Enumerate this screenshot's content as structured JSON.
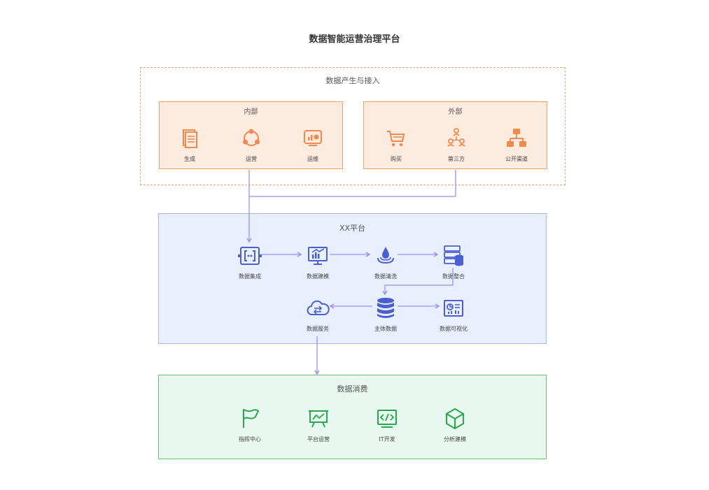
{
  "title": "数据智能运营治理平台",
  "ingest": {
    "title": "数据产生与接入",
    "internal": {
      "title": "内部",
      "items": [
        "生成",
        "运营",
        "运维"
      ]
    },
    "external": {
      "title": "外部",
      "items": [
        "购买",
        "第三方",
        "公开渠道"
      ]
    }
  },
  "platform": {
    "title": "XX平台",
    "nodes": {
      "integration": "数据集成",
      "modeling": "数据建模",
      "cleaning": "数据清洗",
      "consolidation": "数据整合",
      "service": "数据服务",
      "master": "主体数据",
      "visualization": "数据可视化"
    }
  },
  "consume": {
    "title": "数据消费",
    "items": [
      "指挥中心",
      "平台运营",
      "IT开发",
      "分析建模"
    ]
  },
  "colors": {
    "orange": "#f0a066",
    "orange_icon": "#ef8a4c",
    "blue_icon": "#4a5fd0",
    "arrow": "#9b8ef0",
    "green": "#6cbf6c",
    "green_icon": "#27a84a"
  }
}
